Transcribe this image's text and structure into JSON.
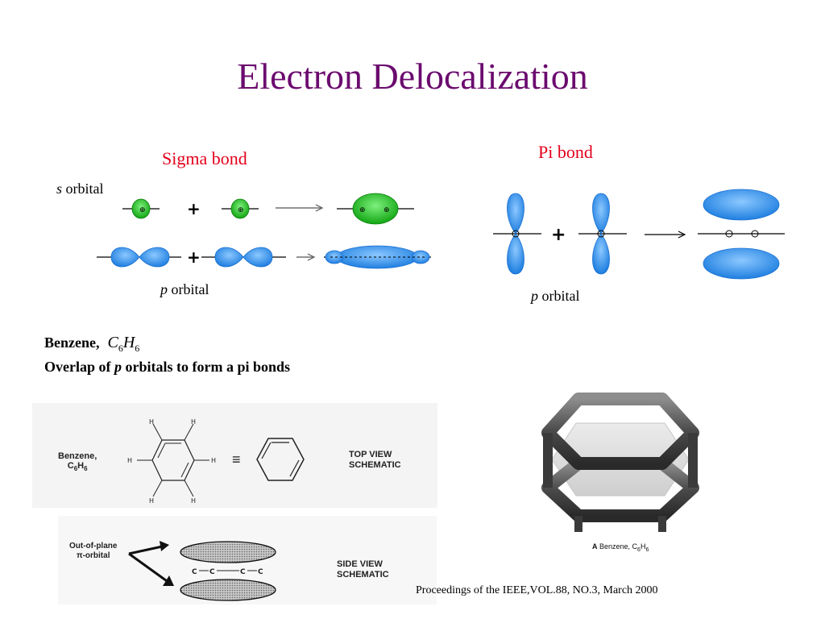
{
  "slide": {
    "title": "Electron Delocalization"
  },
  "sigma": {
    "heading": "Sigma bond",
    "s_label_italic": "s",
    "s_label_rest": " orbital",
    "p_label_italic": "p",
    "p_label_rest": " orbital"
  },
  "pi": {
    "heading": "Pi bond",
    "p_label_italic": "p",
    "p_label_rest": " orbital"
  },
  "benzene": {
    "line1_prefix": "Benzene,",
    "formula_C": "C",
    "formula_C_sub": "6",
    "formula_H": "H",
    "formula_H_sub": "6",
    "line2_before": "Overlap of ",
    "line2_italic": "p",
    "line2_after": " orbitals to form a pi bonds"
  },
  "top_view": {
    "name_line1": "Benzene,",
    "name_line2_C": "C",
    "name_line2_sub1": "6",
    "name_line2_H": "H",
    "name_line2_sub2": "6",
    "schematic_line1": "TOP VIEW",
    "schematic_line2": "SCHEMATIC"
  },
  "side_view": {
    "label_line1": "Out-of-plane",
    "label_line2": "π-orbital",
    "schematic_line1": "SIDE VIEW",
    "schematic_line2": "SCHEMATIC"
  },
  "model3d": {
    "caption_prefix": "A",
    "caption_text": "Benzene, C",
    "caption_sub1": "6",
    "caption_H": "H",
    "caption_sub2": "6"
  },
  "citation": "Proceedings of the IEEE,VOL.88, NO.3, March 2000",
  "colors": {
    "title": "#6b0a6e",
    "heading_red": "#e3001b",
    "orbital_blue": "#2f8ff0",
    "orbital_green": "#1fb51f"
  }
}
